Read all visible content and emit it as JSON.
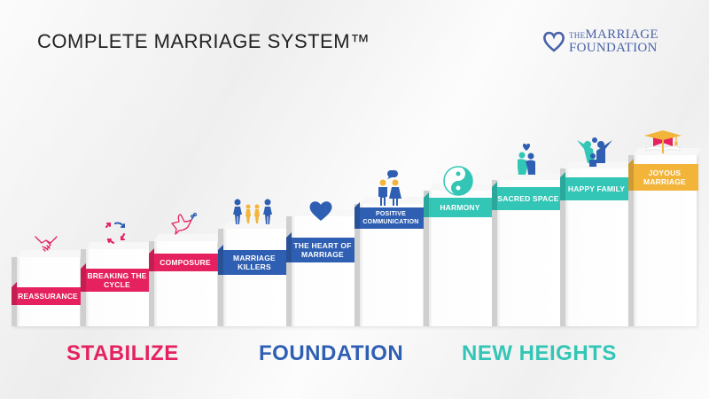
{
  "header": {
    "title": "COMPLETE MARRIAGE SYSTEM™"
  },
  "logo": {
    "line1_small": "THE",
    "line1": "MARRIAGE",
    "line2": "FOUNDATION",
    "icon": "heart-outline-icon",
    "color": "#4a63a8"
  },
  "colors": {
    "stabilize": "#e5225f",
    "foundation": "#2f5fb3",
    "new_heights": "#33c6b6",
    "joyous": "#f2b53a"
  },
  "steps": [
    {
      "label": "REASSURANCE",
      "icon": "handshake-icon",
      "phase": "stabilize"
    },
    {
      "label": "BREAKING THE CYCLE",
      "icon": "cycle-arrows-icon",
      "phase": "stabilize"
    },
    {
      "label": "COMPOSURE",
      "icon": "dove-icon",
      "phase": "stabilize"
    },
    {
      "label": "MARRIAGE KILLERS",
      "icon": "family-figures-icon",
      "phase": "foundation"
    },
    {
      "label": "THE HEART OF MARRIAGE",
      "icon": "heart-icon",
      "phase": "foundation"
    },
    {
      "label": "POSITIVE COMMUNICATION",
      "icon": "couple-talking-icon",
      "phase": "foundation"
    },
    {
      "label": "HARMONY",
      "icon": "yin-yang-icon",
      "phase": "new_heights"
    },
    {
      "label": "SACRED SPACE",
      "icon": "hug-heart-icon",
      "phase": "new_heights"
    },
    {
      "label": "HAPPY FAMILY",
      "icon": "happy-family-icon",
      "phase": "new_heights"
    },
    {
      "label": "JOYOUS MARRIAGE",
      "icon": "graduation-cap-icon",
      "phase": "joyous"
    }
  ],
  "phases": {
    "stabilize": "STABILIZE",
    "foundation": "FOUNDATION",
    "new_heights": "NEW HEIGHTS"
  }
}
